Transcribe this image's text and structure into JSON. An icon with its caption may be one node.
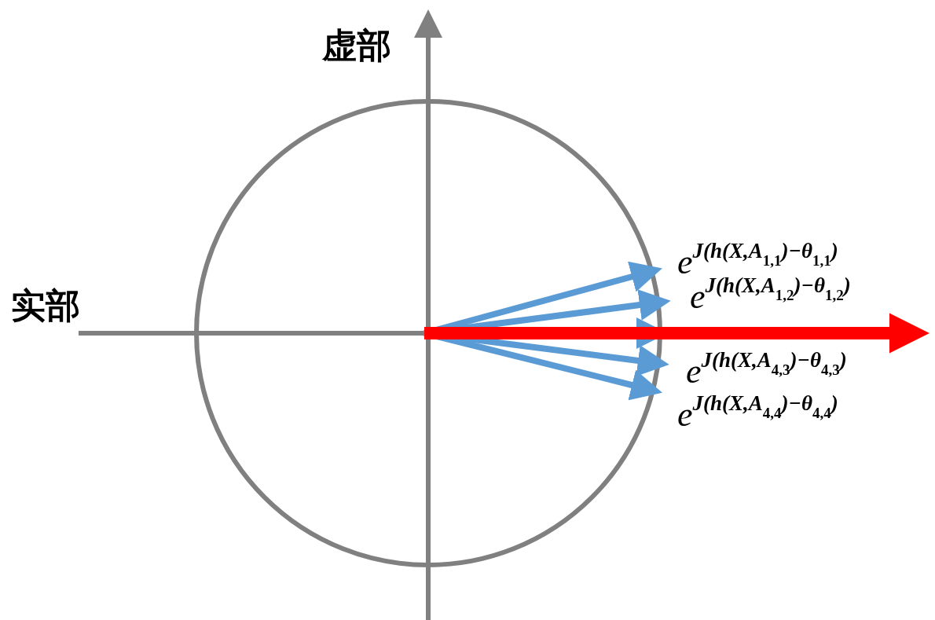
{
  "diagram": {
    "labels": [
      "虚部",
      "实部",
      "e$^{J(h(X,A}$$_{1,1}$$^{)−θ}$$_{1,1}$$^{)}$",
      "e$^{J(h(X,A}$$_{1,2}$$^{)−θ}$$_{1,2}$$^{)}$",
      "e$^{J(h(X,A}$$_{4,3}$$^{)−θ}$$_{4,3}$$^{)}$",
      "e$^{J(h(X,A}$$_{4,4}$$^{)−θ}$$_{4,4}$$^{)}$"
    ]
  }
}
